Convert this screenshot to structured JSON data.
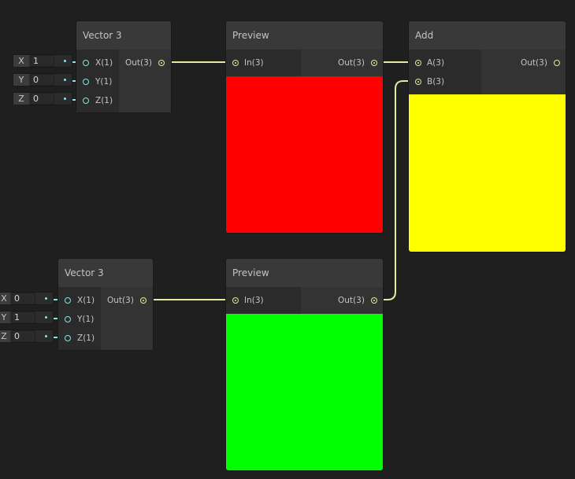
{
  "colors": {
    "background": "#1f1f1f",
    "wire_vector3": "#e8e8a0",
    "wire_float": "#84e4e7",
    "preview_red": "#ff0000",
    "preview_green": "#00ff00",
    "preview_yellow": "#ffff00"
  },
  "nodes": {
    "vector3_top": {
      "title": "Vector 3",
      "inputs": [
        "X(1)",
        "Y(1)",
        "Z(1)"
      ],
      "output": "Out(3)",
      "fields": [
        {
          "axis": "X",
          "value": "1"
        },
        {
          "axis": "Y",
          "value": "0"
        },
        {
          "axis": "Z",
          "value": "0"
        }
      ]
    },
    "preview_top": {
      "title": "Preview",
      "input": "In(3)",
      "output": "Out(3)"
    },
    "add": {
      "title": "Add",
      "inputs": [
        "A(3)",
        "B(3)"
      ],
      "output": "Out(3)"
    },
    "vector3_bottom": {
      "title": "Vector 3",
      "inputs": [
        "X(1)",
        "Y(1)",
        "Z(1)"
      ],
      "output": "Out(3)",
      "fields": [
        {
          "axis": "X",
          "value": "0"
        },
        {
          "axis": "Y",
          "value": "1"
        },
        {
          "axis": "Z",
          "value": "0"
        }
      ]
    },
    "preview_bottom": {
      "title": "Preview",
      "input": "In(3)",
      "output": "Out(3)"
    }
  }
}
